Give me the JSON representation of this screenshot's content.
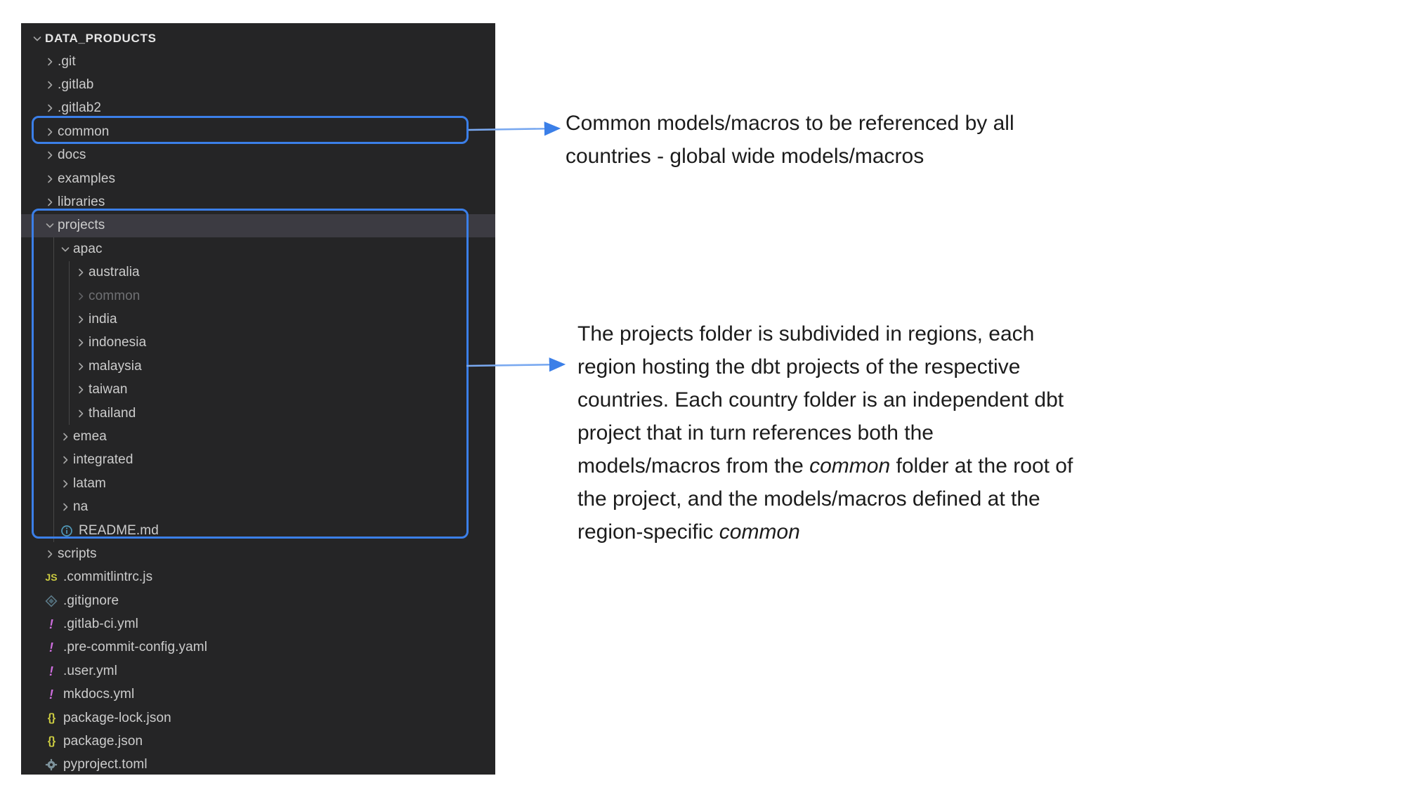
{
  "explorer": {
    "root": {
      "label": "DATA_PRODUCTS",
      "icon": "chevron-down-icon",
      "expanded": true
    },
    "items": [
      {
        "label": ".git",
        "type": "folder",
        "depth": 1,
        "expanded": false,
        "icon": "chevron-right-icon",
        "state": "normal"
      },
      {
        "label": ".gitlab",
        "type": "folder",
        "depth": 1,
        "expanded": false,
        "icon": "chevron-right-icon",
        "state": "normal"
      },
      {
        "label": ".gitlab2",
        "type": "folder",
        "depth": 1,
        "expanded": false,
        "icon": "chevron-right-icon",
        "state": "normal"
      },
      {
        "label": "common",
        "type": "folder",
        "depth": 1,
        "expanded": false,
        "icon": "chevron-right-icon",
        "state": "highlighted"
      },
      {
        "label": "docs",
        "type": "folder",
        "depth": 1,
        "expanded": false,
        "icon": "chevron-right-icon",
        "state": "normal"
      },
      {
        "label": "examples",
        "type": "folder",
        "depth": 1,
        "expanded": false,
        "icon": "chevron-right-icon",
        "state": "normal"
      },
      {
        "label": "libraries",
        "type": "folder",
        "depth": 1,
        "expanded": false,
        "icon": "chevron-right-icon",
        "state": "normal"
      },
      {
        "label": "projects",
        "type": "folder",
        "depth": 1,
        "expanded": true,
        "icon": "chevron-down-icon",
        "state": "selected"
      },
      {
        "label": "apac",
        "type": "folder",
        "depth": 2,
        "expanded": true,
        "icon": "chevron-down-icon",
        "state": "normal"
      },
      {
        "label": "australia",
        "type": "folder",
        "depth": 3,
        "expanded": false,
        "icon": "chevron-right-icon",
        "state": "normal"
      },
      {
        "label": "common",
        "type": "folder",
        "depth": 3,
        "expanded": false,
        "icon": "chevron-right-icon",
        "state": "dimmed"
      },
      {
        "label": "india",
        "type": "folder",
        "depth": 3,
        "expanded": false,
        "icon": "chevron-right-icon",
        "state": "normal"
      },
      {
        "label": "indonesia",
        "type": "folder",
        "depth": 3,
        "expanded": false,
        "icon": "chevron-right-icon",
        "state": "normal"
      },
      {
        "label": "malaysia",
        "type": "folder",
        "depth": 3,
        "expanded": false,
        "icon": "chevron-right-icon",
        "state": "normal"
      },
      {
        "label": "taiwan",
        "type": "folder",
        "depth": 3,
        "expanded": false,
        "icon": "chevron-right-icon",
        "state": "normal"
      },
      {
        "label": "thailand",
        "type": "folder",
        "depth": 3,
        "expanded": false,
        "icon": "chevron-right-icon",
        "state": "normal"
      },
      {
        "label": "emea",
        "type": "folder",
        "depth": 2,
        "expanded": false,
        "icon": "chevron-right-icon",
        "state": "normal"
      },
      {
        "label": "integrated",
        "type": "folder",
        "depth": 2,
        "expanded": false,
        "icon": "chevron-right-icon",
        "state": "normal"
      },
      {
        "label": "latam",
        "type": "folder",
        "depth": 2,
        "expanded": false,
        "icon": "chevron-right-icon",
        "state": "normal"
      },
      {
        "label": "na",
        "type": "folder",
        "depth": 2,
        "expanded": false,
        "icon": "chevron-right-icon",
        "state": "normal"
      },
      {
        "label": "README.md",
        "type": "file",
        "depth": 2,
        "icon": "markdown-info-icon",
        "state": "normal"
      },
      {
        "label": "scripts",
        "type": "folder",
        "depth": 1,
        "expanded": false,
        "icon": "chevron-right-icon",
        "state": "normal"
      },
      {
        "label": ".commitlintrc.js",
        "type": "file",
        "depth": 1,
        "icon": "javascript-icon",
        "state": "normal"
      },
      {
        "label": ".gitignore",
        "type": "file",
        "depth": 1,
        "icon": "git-diamond-icon",
        "state": "normal"
      },
      {
        "label": ".gitlab-ci.yml",
        "type": "file",
        "depth": 1,
        "icon": "yaml-exclaim-icon",
        "state": "normal"
      },
      {
        "label": ".pre-commit-config.yaml",
        "type": "file",
        "depth": 1,
        "icon": "yaml-exclaim-icon",
        "state": "normal"
      },
      {
        "label": ".user.yml",
        "type": "file",
        "depth": 1,
        "icon": "yaml-exclaim-icon",
        "state": "normal"
      },
      {
        "label": "mkdocs.yml",
        "type": "file",
        "depth": 1,
        "icon": "yaml-exclaim-icon",
        "state": "normal"
      },
      {
        "label": "package-lock.json",
        "type": "file",
        "depth": 1,
        "icon": "json-braces-icon",
        "state": "normal"
      },
      {
        "label": "package.json",
        "type": "file",
        "depth": 1,
        "icon": "json-braces-icon",
        "state": "normal"
      },
      {
        "label": "pyproject.toml",
        "type": "file",
        "depth": 1,
        "icon": "gear-icon",
        "state": "normal"
      }
    ]
  },
  "annotations": [
    {
      "id": "common-note",
      "target": "common",
      "text": "Common models/macros to be referenced by all countries - global wide models/macros",
      "segments": [
        {
          "text": "Common models/macros to be referenced by all countries - global wide models/macros",
          "style": "normal"
        }
      ]
    },
    {
      "id": "projects-note",
      "target": "projects",
      "text": "The projects folder is subdivided in regions, each region hosting the dbt projects of the respective countries. Each country folder is an independent dbt project that in turn references both the models/macros from the common folder at the root of the project, and the models/macros defined at the region-specific common",
      "segments": [
        {
          "text": "The projects folder is subdivided in regions, each region hosting the dbt projects of the respective countries. Each country folder is an independent dbt project that in turn references both the models/macros from the ",
          "style": "normal"
        },
        {
          "text": "common",
          "style": "italic"
        },
        {
          "text": " folder at the root of the project, and the models/macros defined at the region-specific ",
          "style": "normal"
        },
        {
          "text": "common",
          "style": "italic"
        }
      ]
    }
  ],
  "colors": {
    "panel_background": "#252526",
    "selected_row": "#3c3b42",
    "highlight_border": "#3b7fe8",
    "arrow": "#6a9ff0",
    "text_primary": "#cccccc",
    "text_dimmed": "#6f7073",
    "annotation_text": "#1c1c1c",
    "icon_yaml": "#cf6edf",
    "icon_json": "#cbcb41",
    "icon_js": "#cbcb41",
    "icon_markdown": "#519aba",
    "icon_gitignore": "#41535b",
    "icon_toml": "#6d8086",
    "page_background": "#ffffff"
  }
}
